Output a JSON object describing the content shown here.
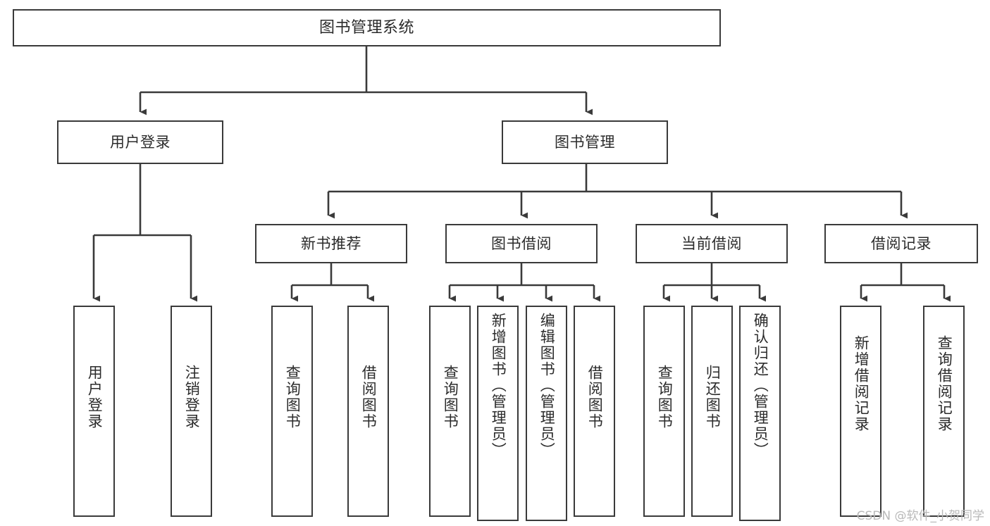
{
  "diagram": {
    "title": "图书管理系统",
    "type": "tree-hierarchy",
    "root": {
      "id": "root",
      "label": "图书管理系统"
    },
    "level2": [
      {
        "id": "user-login",
        "label": "用户登录"
      },
      {
        "id": "book-management",
        "label": "图书管理"
      }
    ],
    "level3": [
      {
        "id": "new-book-recommend",
        "label": "新书推荐",
        "parent": "book-management"
      },
      {
        "id": "book-borrow",
        "label": "图书借阅",
        "parent": "book-management"
      },
      {
        "id": "current-borrow",
        "label": "当前借阅",
        "parent": "book-management"
      },
      {
        "id": "borrow-record",
        "label": "借阅记录",
        "parent": "book-management"
      }
    ],
    "leaves": [
      {
        "id": "leaf-user-login",
        "label": "用户登录",
        "parent": "user-login"
      },
      {
        "id": "leaf-user-logout",
        "label": "注销登录",
        "parent": "user-login"
      },
      {
        "id": "leaf-query-book-1",
        "label": "查询图书",
        "parent": "new-book-recommend"
      },
      {
        "id": "leaf-borrow-book-1",
        "label": "借阅图书",
        "parent": "new-book-recommend"
      },
      {
        "id": "leaf-query-book-2",
        "label": "查询图书",
        "parent": "book-borrow"
      },
      {
        "id": "leaf-add-book",
        "label": "新增图书（管理员）",
        "parent": "book-borrow"
      },
      {
        "id": "leaf-edit-book",
        "label": "编辑图书（管理员）",
        "parent": "book-borrow"
      },
      {
        "id": "leaf-borrow-book-2",
        "label": "借阅图书",
        "parent": "book-borrow"
      },
      {
        "id": "leaf-query-book-3",
        "label": "查询图书",
        "parent": "current-borrow"
      },
      {
        "id": "leaf-return-book",
        "label": "归还图书",
        "parent": "current-borrow"
      },
      {
        "id": "leaf-confirm-return",
        "label": "确认归还（管理员）",
        "parent": "current-borrow"
      },
      {
        "id": "leaf-add-record",
        "label": "新增借阅记录",
        "parent": "borrow-record"
      },
      {
        "id": "leaf-query-record",
        "label": "查询借阅记录",
        "parent": "borrow-record"
      }
    ]
  },
  "watermark": {
    "text": "CSDN @软件_小贺同学"
  },
  "colors": {
    "box_border": "#3a3a3a",
    "box_fill": "#ffffff",
    "text": "#2b2b2b",
    "connector": "#3a3a3a",
    "watermark": "#b9b9b9",
    "background": "#ffffff"
  }
}
